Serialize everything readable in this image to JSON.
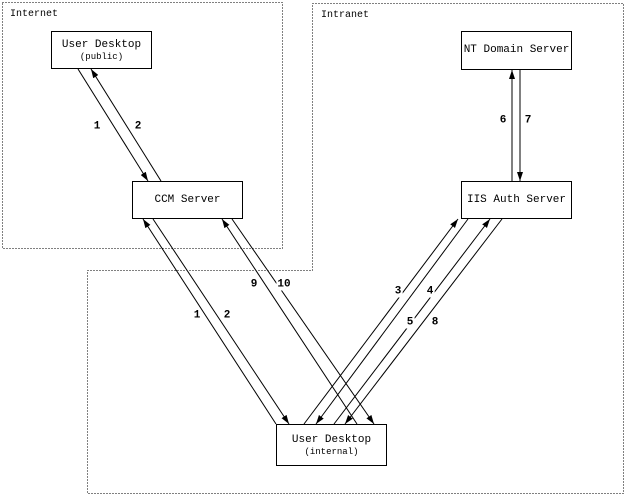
{
  "diagram": {
    "title_hint": "Network authentication flow diagram",
    "colors": {
      "background": "#ffffff",
      "line": "#000000",
      "text": "#000000"
    },
    "regions": [
      {
        "id": "internet",
        "label": "Internet"
      },
      {
        "id": "intranet",
        "label": "Intranet"
      }
    ],
    "nodes": {
      "user_desktop_public": {
        "title": "User Desktop",
        "subtitle": "(public)"
      },
      "ccm_server": {
        "title": "CCM Server"
      },
      "nt_domain_server": {
        "title": "NT Domain Server"
      },
      "iis_auth_server": {
        "title": "IIS Auth Server"
      },
      "user_desktop_internal": {
        "title": "User Desktop",
        "subtitle": "(internal)"
      }
    },
    "arrows": [
      {
        "label": "1",
        "from": "user-desktop-public",
        "to": "ccm-server"
      },
      {
        "label": "2",
        "from": "ccm-server",
        "to": "user-desktop-public"
      },
      {
        "label": "1",
        "from": "user-desktop-internal",
        "to": "ccm-server"
      },
      {
        "label": "2",
        "from": "ccm-server",
        "to": "user-desktop-internal"
      },
      {
        "label": "9",
        "from": "user-desktop-internal",
        "to": "ccm-server"
      },
      {
        "label": "10",
        "from": "ccm-server",
        "to": "user-desktop-internal"
      },
      {
        "label": "3",
        "from": "user-desktop-internal",
        "to": "iis-auth-server"
      },
      {
        "label": "4",
        "from": "iis-auth-server",
        "to": "user-desktop-internal"
      },
      {
        "label": "5",
        "from": "user-desktop-internal",
        "to": "iis-auth-server"
      },
      {
        "label": "8",
        "from": "iis-auth-server",
        "to": "user-desktop-internal"
      },
      {
        "label": "6",
        "from": "iis-auth-server",
        "to": "nt-domain-server"
      },
      {
        "label": "7",
        "from": "nt-domain-server",
        "to": "iis-auth-server"
      }
    ]
  }
}
